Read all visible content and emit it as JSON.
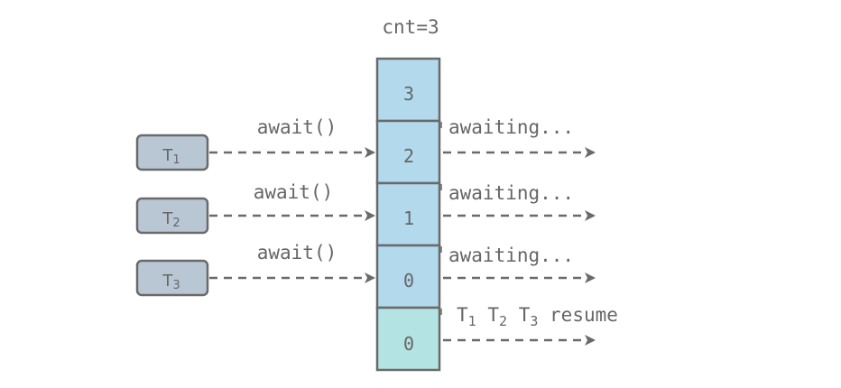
{
  "counter": {
    "label": "cnt=3"
  },
  "stack": {
    "cells": [
      {
        "value": "3",
        "fill": "#b3d9ec"
      },
      {
        "value": "2",
        "fill": "#b3d9ec"
      },
      {
        "value": "1",
        "fill": "#b3d9ec"
      },
      {
        "value": "0",
        "fill": "#b3d9ec"
      },
      {
        "value": "0",
        "fill": "#b3e3e3"
      }
    ]
  },
  "threads": [
    {
      "label": "T",
      "sub": "1",
      "call": "await()",
      "status": "awaiting..."
    },
    {
      "label": "T",
      "sub": "2",
      "call": "await()",
      "status": "awaiting..."
    },
    {
      "label": "T",
      "sub": "3",
      "call": "await()",
      "status": "awaiting..."
    }
  ],
  "resume": {
    "parts": [
      {
        "base": "T",
        "sub": "1"
      },
      {
        "base": "T",
        "sub": "2"
      },
      {
        "base": "T",
        "sub": "3"
      }
    ],
    "word": "resume"
  },
  "colors": {
    "thread_fill": "#b9c7d4",
    "stroke": "#6a6a6a",
    "arrow": "#6a6a6a",
    "text": "#666666"
  }
}
